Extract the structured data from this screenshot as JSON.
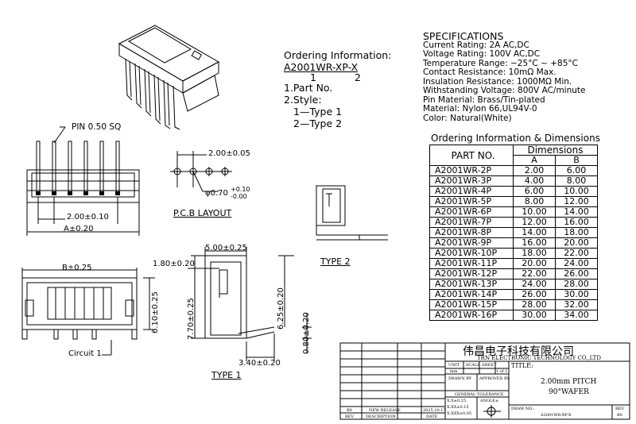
{
  "specifications": {
    "heading": "SPECIFICATIONS",
    "lines": [
      "Current Rating: 2A AC,DC",
      "Voltage Rating: 100V AC,DC",
      "Temperature Range: −25°C ~ +85°C",
      "Contact Resistance: 10mΩ Max.",
      "Insulation Resistance: 1000MΩ Min.",
      "Withstanding Voltage: 800V AC/minute",
      "Pin Material: Brass/Tin-plated",
      "Material: Nylon 66,UL94V-0",
      "Color: Natural(White)"
    ]
  },
  "ordering": {
    "title": "Ordering Information:",
    "code": "A2001WR-XP-X",
    "num1": "1",
    "num2": "2",
    "part_no": "1.Part No.",
    "style": "2.Style:",
    "type1": "1—Type 1",
    "type2": "2—Type 2"
  },
  "dimensions_table": {
    "title": "Ordering Information & Dimensions",
    "col_part": "PART NO.",
    "col_dims": "Dimensions",
    "col_a": "A",
    "col_b": "B",
    "rows": [
      {
        "part": "A2001WR-2P",
        "a": "2.00",
        "b": "6.00"
      },
      {
        "part": "A2001WR-3P",
        "a": "4.00",
        "b": "8.00"
      },
      {
        "part": "A2001WR-4P",
        "a": "6.00",
        "b": "10.00"
      },
      {
        "part": "A2001WR-5P",
        "a": "8.00",
        "b": "12.00"
      },
      {
        "part": "A2001WR-6P",
        "a": "10.00",
        "b": "14.00"
      },
      {
        "part": "A2001WR-7P",
        "a": "12.00",
        "b": "16.00"
      },
      {
        "part": "A2001WR-8P",
        "a": "14.00",
        "b": "18.00"
      },
      {
        "part": "A2001WR-9P",
        "a": "16.00",
        "b": "20.00"
      },
      {
        "part": "A2001WR-10P",
        "a": "18.00",
        "b": "22.00"
      },
      {
        "part": "A2001WR-11P",
        "a": "20.00",
        "b": "24.00"
      },
      {
        "part": "A2001WR-12P",
        "a": "22.00",
        "b": "26.00"
      },
      {
        "part": "A2001WR-13P",
        "a": "24.00",
        "b": "28.00"
      },
      {
        "part": "A2001WR-14P",
        "a": "26.00",
        "b": "30.00"
      },
      {
        "part": "A2001WR-15P",
        "a": "28.00",
        "b": "32.00"
      },
      {
        "part": "A2001WR-16P",
        "a": "30.00",
        "b": "34.00"
      }
    ]
  },
  "drawing_labels": {
    "pin": "PIN 0.50 SQ",
    "pitch_top": "2.00±0.10",
    "a_dim": "A±0.20",
    "pcb_pitch": "2.00±0.05",
    "hole": "φ0.70",
    "hole_tol_up": "+0.10",
    "hole_tol_dn": "-0.00",
    "pcb_layout": "P.C.B LAYOUT",
    "type2": "TYPE 2",
    "type1": "TYPE 1",
    "b_dim": "B±0.25",
    "h610": "6.10±0.25",
    "d180": "1.80±0.20",
    "d500": "5.00±0.25",
    "d770": "7.70±0.25",
    "d625": "6.25±0.20",
    "d080": "0.80±0.20",
    "d340": "3.40±0.20",
    "circuit": "Circuit 1"
  },
  "title_block": {
    "company_cn": "伟昌电子科技有限公司",
    "company_en": "TRN ELECTRONIC TECHNOLOGY CO.,LTD",
    "unit": "UNIT",
    "scale": "SCALE",
    "sheet": "SHEET",
    "sheet_val": "1 of 1",
    "unit_val": "mm",
    "title_lbl": "TITLE:",
    "title1": "2.00mm PITCH",
    "title2": "90°WAFER",
    "drawn_by": "DRAWN BY",
    "approved_by": "APPROVED BY",
    "gen_tol": "GENERAL TOLERANCE",
    "angle": "ANGLE±",
    "tol1": "X.X±0.25",
    "tol2": "X.XX±0.15",
    "tol3": "X.XXX±0.05",
    "drw_no_lbl": "DRAW NO.:",
    "drw_no": "A2001WR-XP-X",
    "rev_lbl": "REV.",
    "rev_val": "B0",
    "rev_row_rev": "B0",
    "rev_row_desc": "NEW RELEASE",
    "rev_row_date": "2025.10.17",
    "col_rev": "REV.",
    "col_desc": "DESCRIPTION",
    "col_date": "DATE"
  }
}
